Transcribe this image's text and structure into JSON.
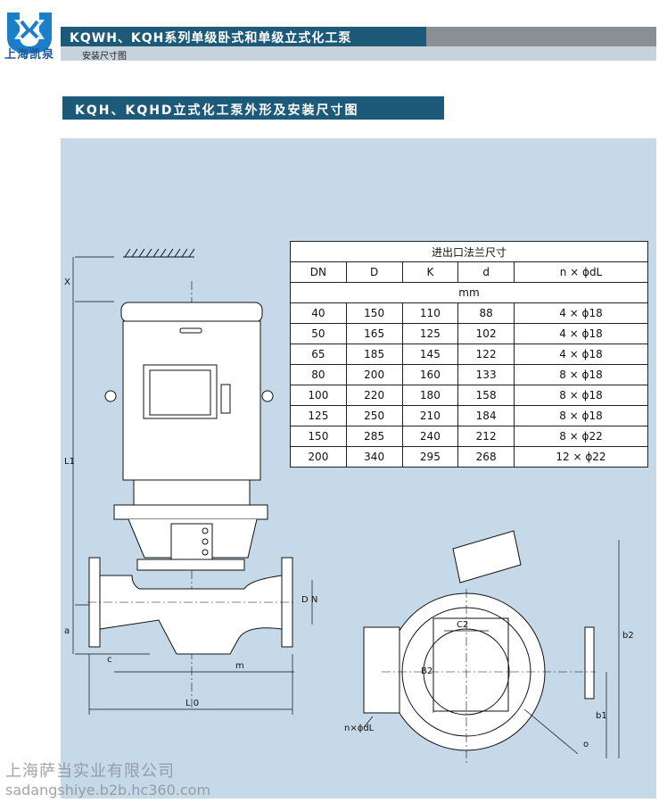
{
  "brand": {
    "logo_letters": "UK",
    "name": "上海凯泉"
  },
  "header": {
    "title": "KQWH、KQH系列单级卧式和单级立式化工泵",
    "subtitle": "安装尺寸图"
  },
  "section_title": "KQH、KQHD立式化工泵外形及安装尺寸图",
  "flange_table": {
    "caption": "进出口法兰尺寸",
    "columns": [
      "DN",
      "D",
      "K",
      "d",
      "n × ϕdL"
    ],
    "unit": "mm",
    "rows": [
      [
        "40",
        "150",
        "110",
        "88",
        "4 × ϕ18"
      ],
      [
        "50",
        "165",
        "125",
        "102",
        "4 × ϕ18"
      ],
      [
        "65",
        "185",
        "145",
        "122",
        "4 × ϕ18"
      ],
      [
        "80",
        "200",
        "160",
        "133",
        "8 × ϕ18"
      ],
      [
        "100",
        "220",
        "180",
        "158",
        "8 × ϕ18"
      ],
      [
        "125",
        "250",
        "210",
        "184",
        "8 × ϕ18"
      ],
      [
        "150",
        "285",
        "240",
        "212",
        "8 × ϕ22"
      ],
      [
        "200",
        "340",
        "295",
        "268",
        "12 × ϕ22"
      ]
    ]
  },
  "dimension_labels": {
    "x": "X",
    "l1": "L1",
    "a": "a",
    "c": "c",
    "m": "m",
    "l0": "L 0",
    "dn": "D N",
    "c2": "C2",
    "b2_vertical": "B2",
    "b2_right": "b2",
    "b1": "b1",
    "o": "o",
    "bolt": "n×ϕdL"
  },
  "watermark": {
    "company": "上海萨当实业有限公司",
    "url": "sadangshiye.b2b.hc360.com"
  },
  "colors": {
    "header_dark": "#1d5a7a",
    "header_gray": "#8a8f94",
    "panel": "#c5d9e8",
    "brand_blue": "#1a5aa0"
  }
}
